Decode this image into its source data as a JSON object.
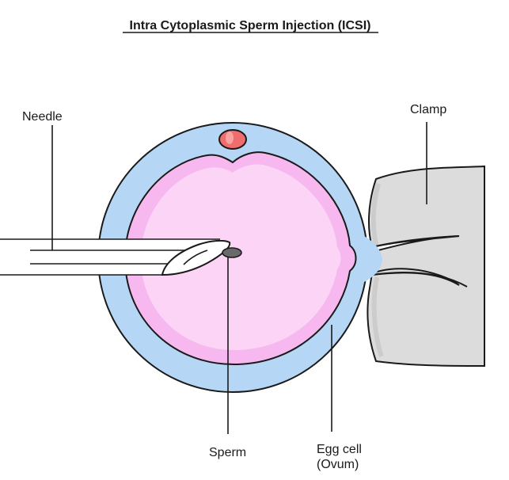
{
  "title": "Intra Cytoplasmic Sperm Injection (ICSI)",
  "labels": {
    "needle": "Needle",
    "clamp": "Clamp",
    "sperm": "Sperm",
    "egg_line1": "Egg cell",
    "egg_line2": "(Ovum)"
  },
  "colors": {
    "zona": "#b5d6f4",
    "cytoplasm_outer": "#f6b8ee",
    "cytoplasm_inner": "#fbd4f6",
    "polar_body": "#f06d6d",
    "clamp": "#dcdcdc",
    "needle": "#ffffff",
    "sperm": "#6a6a6a",
    "outline": "#1a1a1a"
  }
}
